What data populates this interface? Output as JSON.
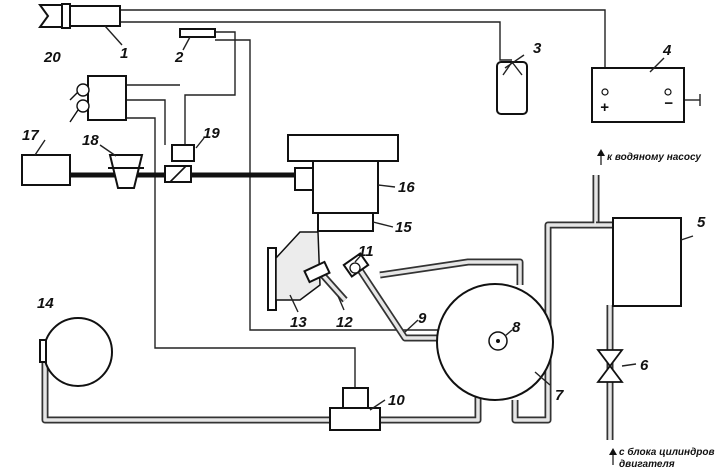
{
  "labels": {
    "n1": "1",
    "n2": "2",
    "n3": "3",
    "n4": "4",
    "n5": "5",
    "n6": "6",
    "n7": "7",
    "n8": "8",
    "n9": "9",
    "n10": "10",
    "n11": "11",
    "n12": "12",
    "n13": "13",
    "n14": "14",
    "n15": "15",
    "n16": "16",
    "n17": "17",
    "n18": "18",
    "n19": "19",
    "n20": "20"
  },
  "captions": {
    "to_water_pump": "к водяному насосу",
    "from_block_line1": "с блока цилиндров",
    "from_block_line2": "двигателя"
  },
  "battery": {
    "plus": "+",
    "minus": "−"
  }
}
